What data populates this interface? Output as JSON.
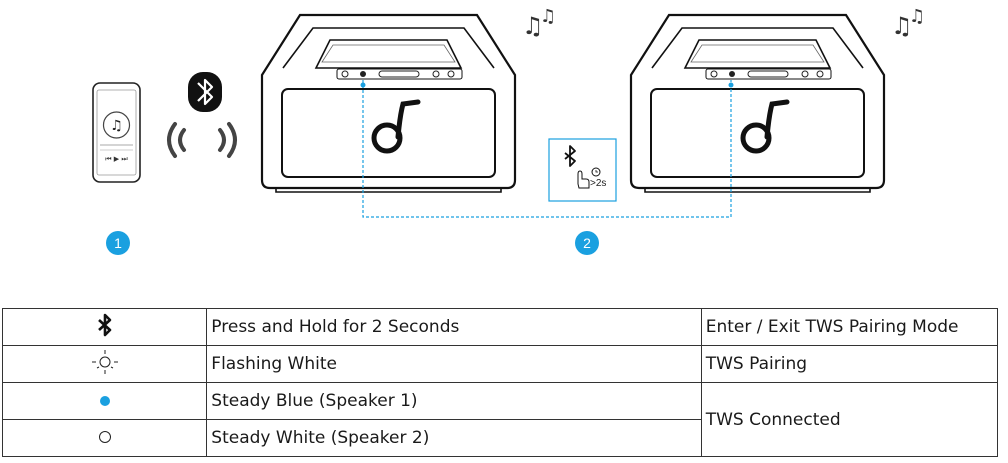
{
  "steps": {
    "step1": "1",
    "step2": "2"
  },
  "press_hold_label": ">2s",
  "legend": {
    "rows": [
      {
        "icon": "bluetooth-icon",
        "indicator": "Press and Hold for 2 Seconds",
        "status": "Enter / Exit TWS Pairing Mode"
      },
      {
        "icon": "flashing-white-led-icon",
        "indicator": "Flashing White",
        "status": "TWS Pairing"
      },
      {
        "icon": "steady-blue-led-icon",
        "indicator": "Steady Blue (Speaker 1)",
        "status": "TWS Connected"
      },
      {
        "icon": "steady-white-led-icon",
        "indicator": "Steady White (Speaker 2)",
        "status": ""
      }
    ]
  },
  "colors": {
    "accent": "#1aa0e0",
    "line": "#1a1a1a"
  }
}
